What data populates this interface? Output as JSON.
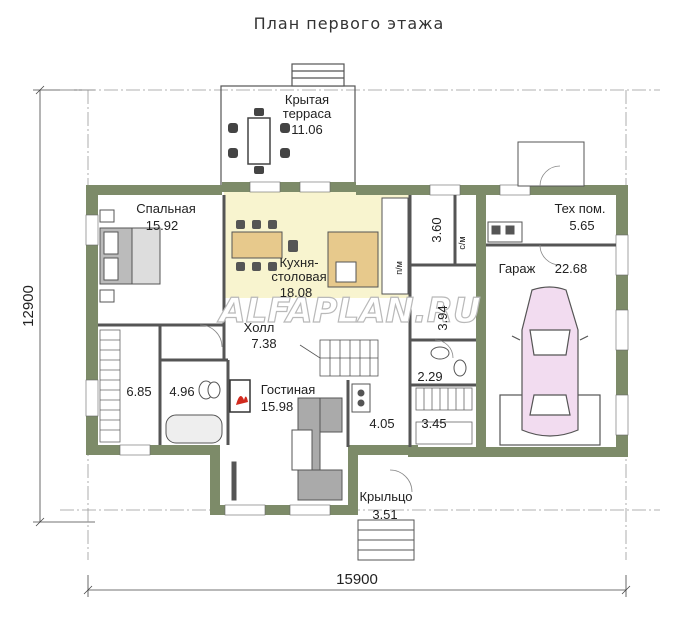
{
  "title": "План первого этажа",
  "watermark": "ALFAPLAN.RU",
  "dimensions": {
    "width": "15900",
    "height": "12900"
  },
  "rooms": {
    "terrace": {
      "name": "Крытая\nтерраса",
      "area": "11.06"
    },
    "bedroom": {
      "name": "Спальная",
      "area": "15.92"
    },
    "kitchen": {
      "name": "Кухня-\nстоловая",
      "area": "18.08"
    },
    "wc": {
      "area": "3.60"
    },
    "tech": {
      "name": "Тех пом.",
      "area": "5.65"
    },
    "garage": {
      "name": "Гараж",
      "area": "22.68"
    },
    "hall": {
      "name": "Холл",
      "area": "7.38"
    },
    "corridor": {
      "area": "3.94"
    },
    "closet": {
      "area": "6.85"
    },
    "bath": {
      "area": "4.96"
    },
    "living": {
      "name": "Гостиная",
      "area": "15.98"
    },
    "bath2": {
      "area": "2.29"
    },
    "storage": {
      "area": "3.45"
    },
    "vestibule": {
      "area": "4.05"
    },
    "porch": {
      "name": "Крыльцо",
      "area": "3.51"
    }
  },
  "labels": {
    "sm": "с/м",
    "pm": "п/м"
  },
  "colors": {
    "wall": "#7d8b69",
    "kitchen": "#f8f4cf",
    "line": "#333333"
  }
}
